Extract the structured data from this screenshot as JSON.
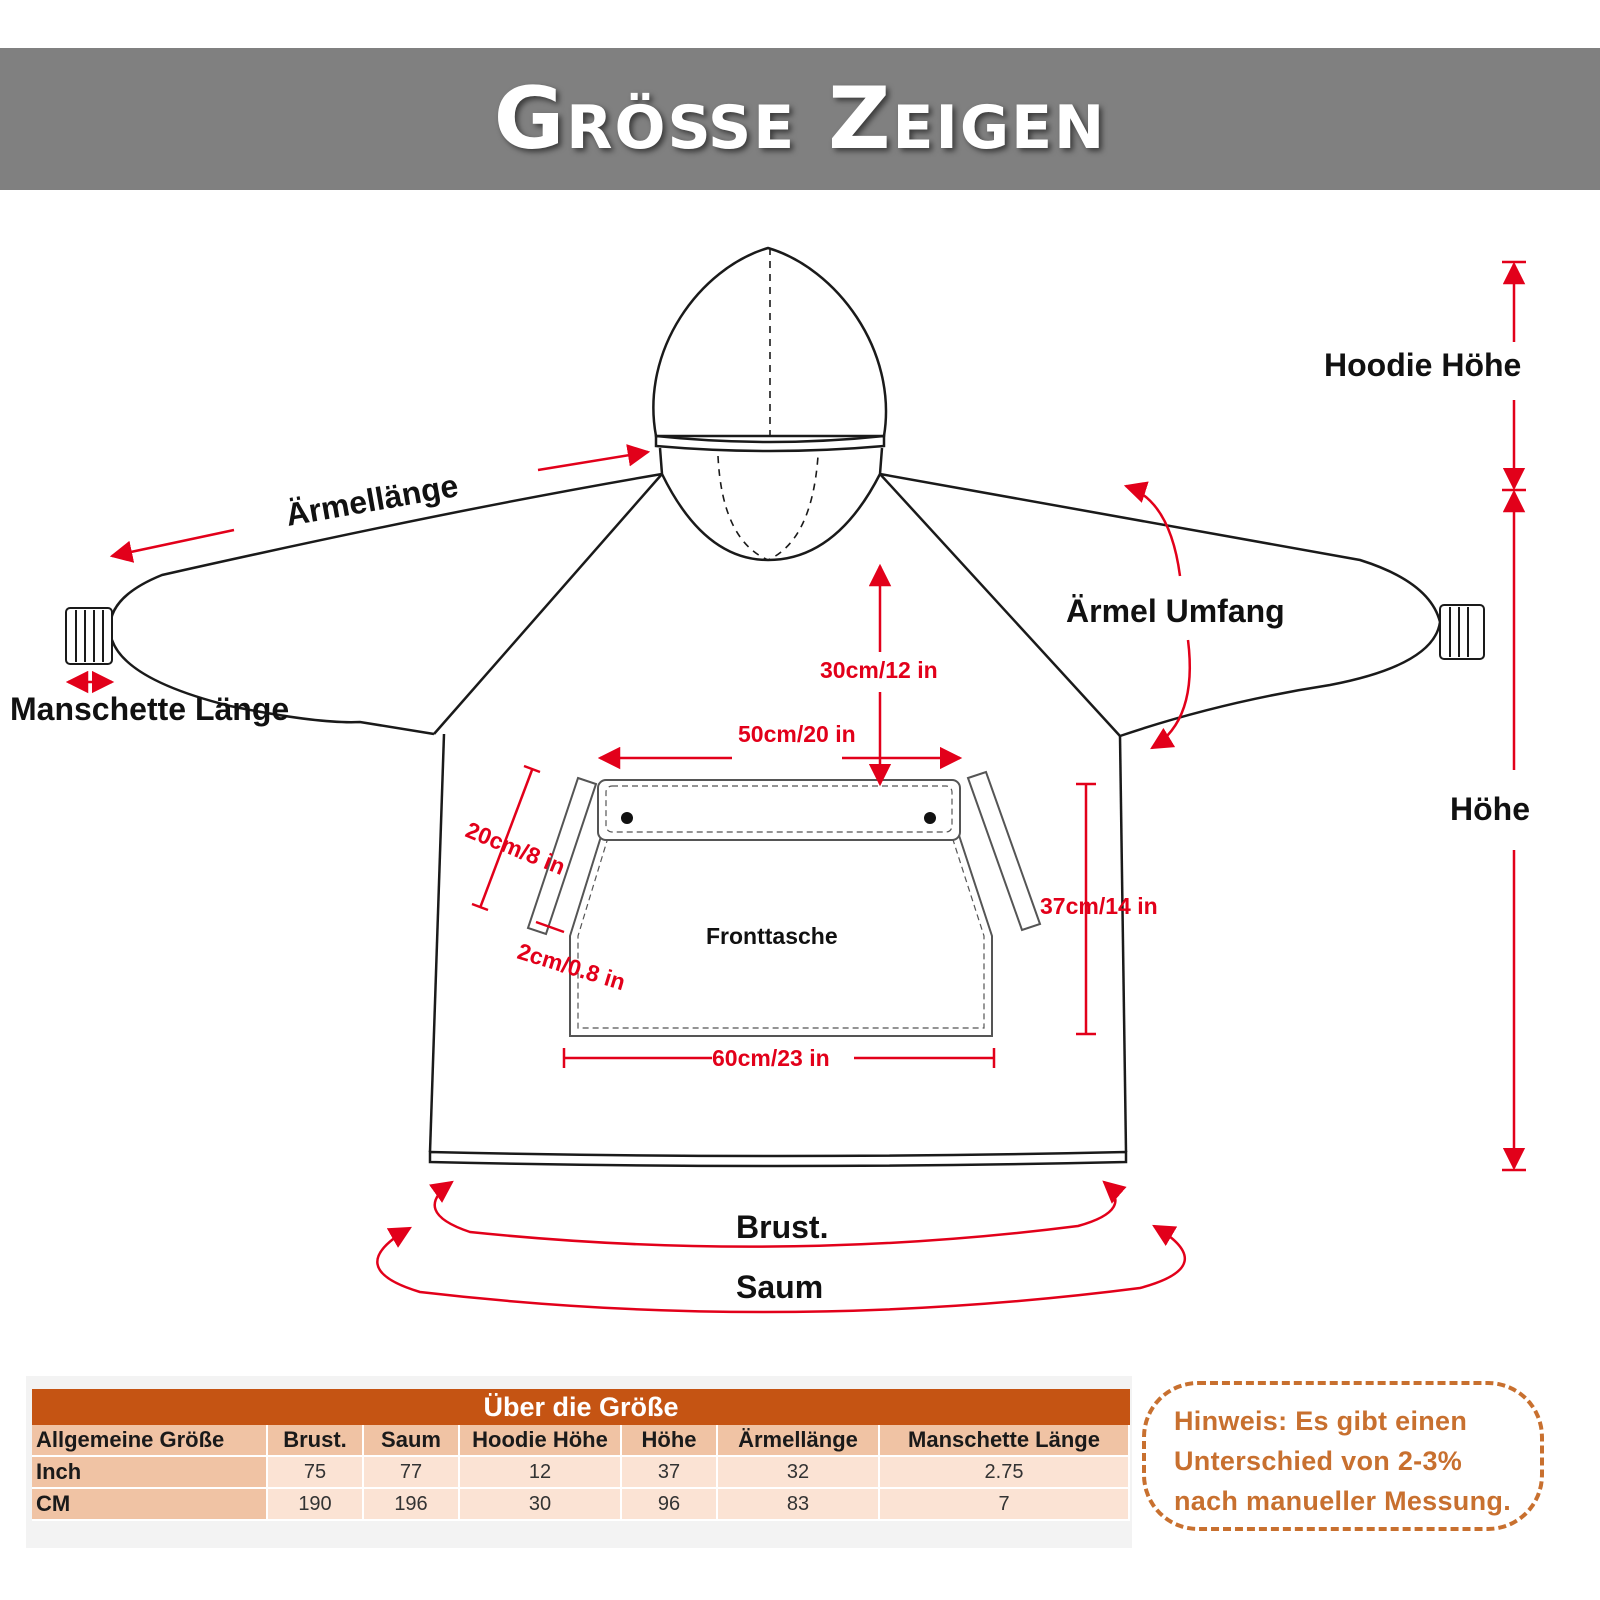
{
  "banner": {
    "title": "Größe Zeigen"
  },
  "diagram": {
    "labels": {
      "sleeve_length": "Ärmellänge",
      "hoodie_height": "Hoodie Höhe",
      "sleeve_circumference": "Ärmel Umfang",
      "cuff_length": "Manschette Länge",
      "height": "Höhe",
      "chest": "Brust.",
      "hem": "Saum",
      "front_pocket": "Fronttasche"
    },
    "measurements": {
      "pocket_top_distance": "30cm/12 in",
      "pocket_flap_width": "50cm/20 in",
      "pocket_side_length": "20cm/8 in",
      "pocket_side_width": "2cm/0.8 in",
      "pocket_height": "37cm/14 in",
      "pocket_width": "60cm/23 in"
    },
    "colors": {
      "outline": "#1a1a1a",
      "measure": "#e2001a"
    }
  },
  "size_table": {
    "title": "Über die Größe",
    "columns": [
      "Allgemeine Größe",
      "Brust.",
      "Saum",
      "Hoodie Höhe",
      "Höhe",
      "Ärmellänge",
      "Manschette Länge"
    ],
    "rows": [
      [
        "Inch",
        "75",
        "77",
        "12",
        "37",
        "32",
        "2.75"
      ],
      [
        "CM",
        "190",
        "196",
        "30",
        "96",
        "83",
        "7"
      ]
    ],
    "colors": {
      "header": "#c55413",
      "label_cell": "#f0c3a4",
      "value_cell": "#fbe3d4"
    }
  },
  "note": {
    "lines": [
      "Hinweis: Es gibt einen",
      "Unterschied von 2-3%",
      "nach manueller Messung."
    ],
    "color": "#c8702f"
  }
}
